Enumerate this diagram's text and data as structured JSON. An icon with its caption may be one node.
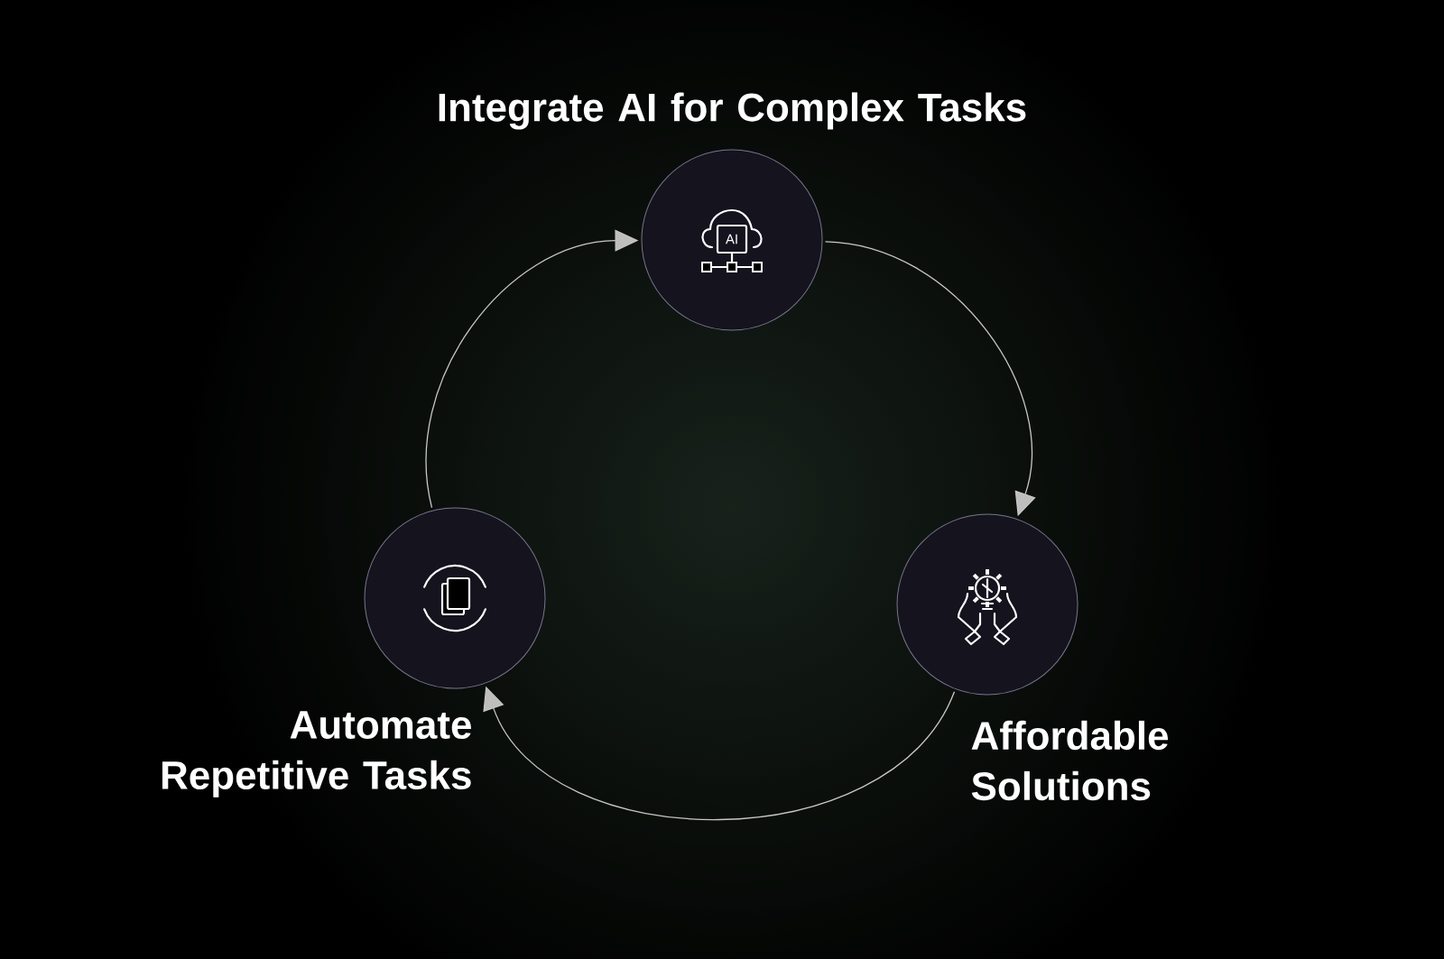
{
  "diagram": {
    "nodes": [
      {
        "text": [
          "Integrate AI for Complex Tasks",
          "AI"
        ]
      },
      {
        "text": [
          "Affordable Solutions"
        ]
      },
      {
        "text": [
          "Automate Repetitive Tasks"
        ]
      }
    ],
    "edges": [
      {
        "from": 0,
        "to": 1,
        "arrow": "to"
      },
      {
        "from": 1,
        "to": 2,
        "arrow": "to"
      },
      {
        "from": 2,
        "to": 0,
        "arrow": "to"
      }
    ]
  }
}
